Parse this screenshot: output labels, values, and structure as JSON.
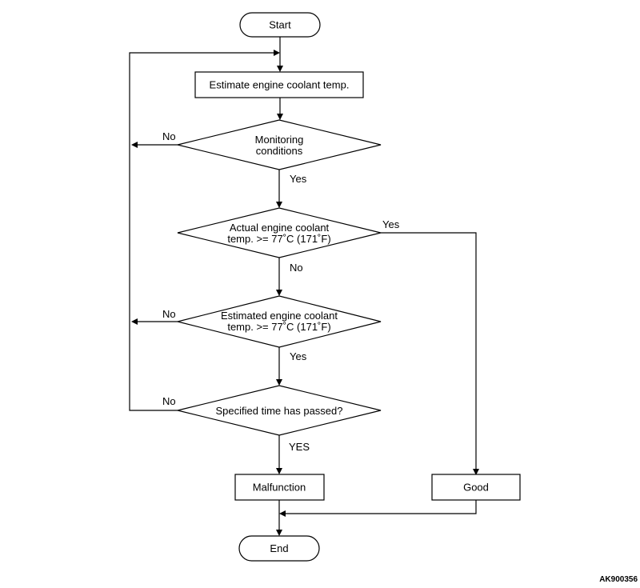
{
  "flowchart": {
    "start": "Start",
    "estimate": "Estimate engine coolant temp.",
    "monitoring": [
      "Monitoring",
      "conditions"
    ],
    "actual": [
      "Actual engine coolant",
      "temp. >= 77˚C (171˚F)"
    ],
    "estimated": [
      "Estimated engine coolant",
      "temp. >= 77˚C (171˚F)"
    ],
    "time": "Specified time has passed?",
    "malfunction": "Malfunction",
    "good": "Good",
    "end": "End"
  },
  "edges": {
    "no1": "No",
    "yes1": "Yes",
    "yes_actual": "Yes",
    "no_actual": "No",
    "no2": "No",
    "yes2": "Yes",
    "no3": "No",
    "yes3": "YES"
  },
  "figure_code": "AK900356"
}
